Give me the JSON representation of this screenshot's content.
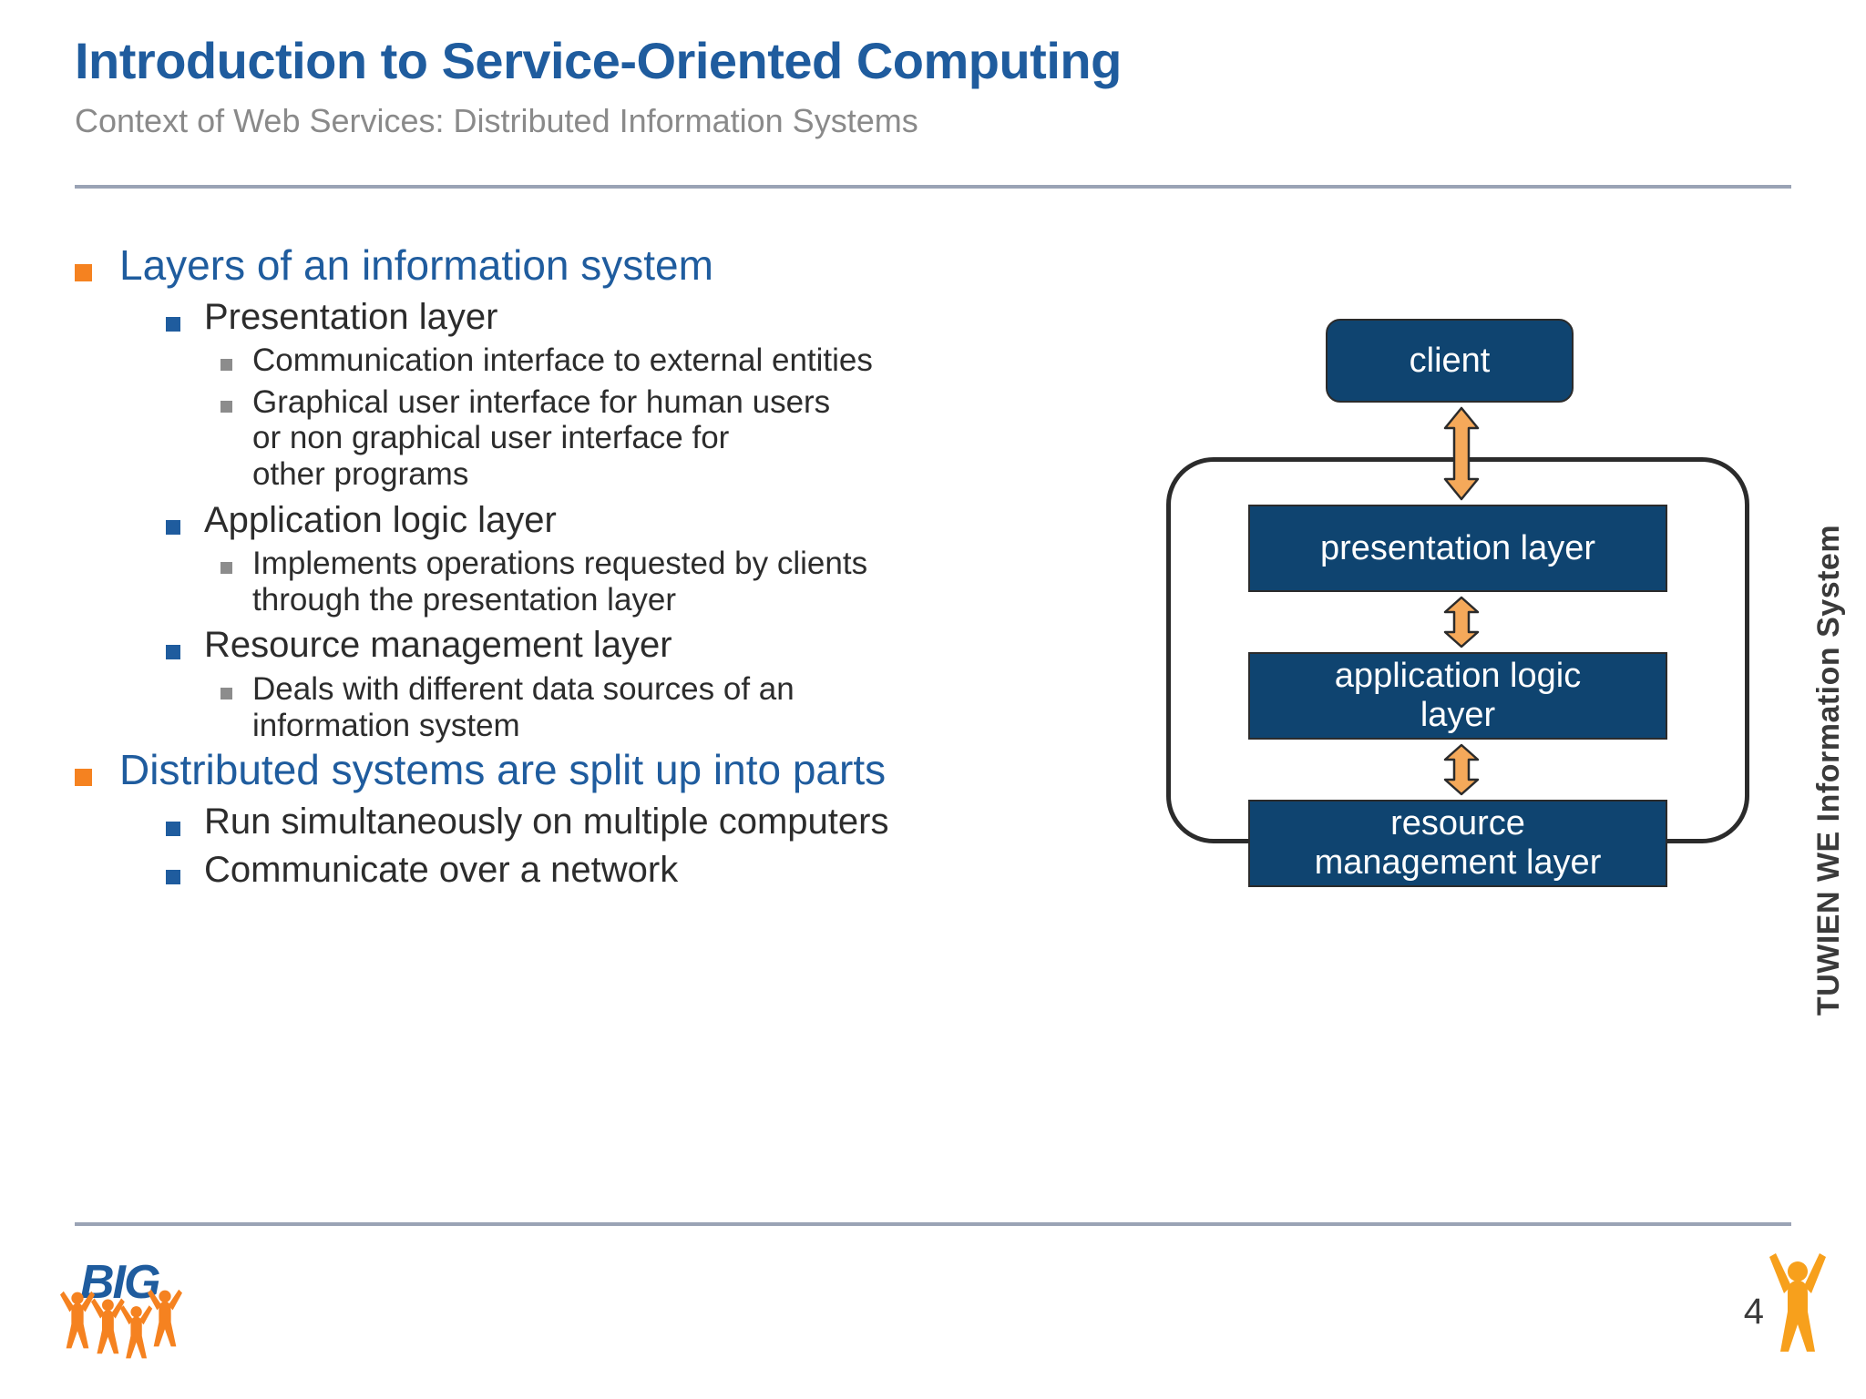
{
  "header": {
    "title": "Introduction to Service-Oriented Computing",
    "subtitle": "Context of Web Services: Distributed Information Systems"
  },
  "body": {
    "bullets": [
      {
        "level": 1,
        "text": "Layers of an information system"
      },
      {
        "level": 2,
        "text": "Presentation layer"
      },
      {
        "level": 3,
        "text": "Communication interface to external entities"
      },
      {
        "level": 3,
        "text": "Graphical user interface for human users\nor non graphical user interface for\nother programs"
      },
      {
        "level": 2,
        "text": "Application logic layer"
      },
      {
        "level": 3,
        "text": "Implements operations requested by clients\nthrough the presentation layer"
      },
      {
        "level": 2,
        "text": "Resource management layer"
      },
      {
        "level": 3,
        "text": "Deals with different data sources of an\ninformation system"
      },
      {
        "level": 1,
        "text": "Distributed systems are split up into parts"
      },
      {
        "level": 2,
        "text": "Run simultaneously on multiple computers"
      },
      {
        "level": 2,
        "text": "Communicate over a network"
      }
    ]
  },
  "diagram": {
    "client_label": "client",
    "presentation_label": "presentation layer",
    "application_logic_label": "application logic\nlayer",
    "resource_label": "resource\nmanagement layer",
    "boundary_label": "",
    "arrow_count": 3
  },
  "side_label": {
    "text": "TUWIEN WE Information System"
  },
  "footer": {
    "logo_word": "BIG",
    "page_number": "4"
  },
  "colors": {
    "title_blue": "#1F5C9E",
    "subtitle_gray": "#8A8A8A",
    "bullet_orange": "#F58220",
    "bullet_blue": "#1F5C9E",
    "bullet_gray": "#8C8C8C",
    "node_navy": "#0F4470",
    "arrow_orange": "#F5A95A",
    "rule_gray": "#9AA3B5",
    "body_text": "#2C2C2C"
  }
}
